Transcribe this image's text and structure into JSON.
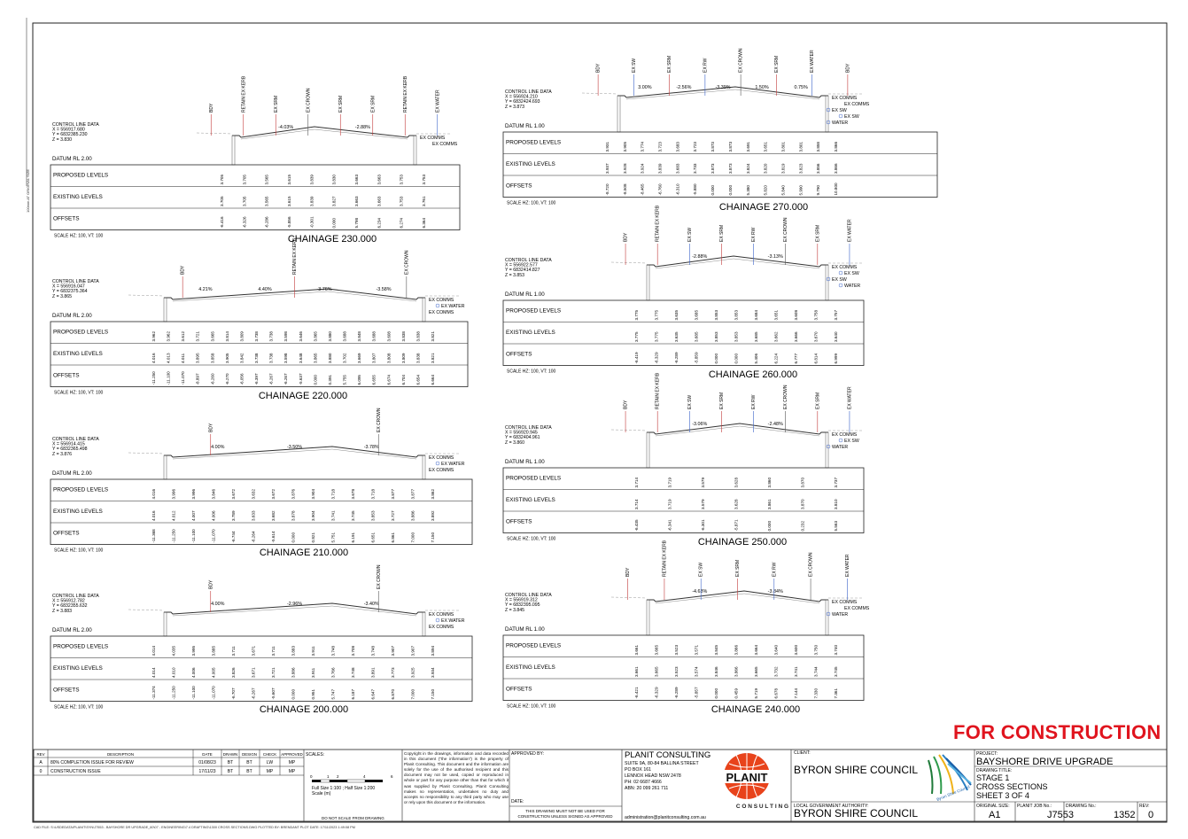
{
  "sections": [
    {
      "chainage": "CHAINAGE 230.000",
      "control": [
        "CONTROL LINE DATA",
        "X = 556917.680",
        "Y = 6832385.230",
        "Z = 3.830"
      ],
      "datum": "DATUM RL 2.00",
      "scale": "SCALE HZ: 100, VT: 100",
      "grades": [
        "-4.03%",
        "-2.88%"
      ],
      "labels": [
        "BDY",
        "RETAIN EX KERB",
        "EX SRM",
        "EX CROWN",
        "EX SRM",
        "EX SRM",
        "RETAIN EX KERB",
        "EX WATER"
      ],
      "side": [
        "EX COMMS",
        "EX COMMS"
      ],
      "proposed": [
        "3.705",
        "3.705",
        "3.565",
        "3.615",
        "3.839",
        "3.830",
        "3.663",
        "3.663",
        "3.753",
        "3.753"
      ],
      "existing": [
        "3.705",
        "3.705",
        "3.565",
        "3.615",
        "3.839",
        "3.827",
        "3.663",
        "3.663",
        "3.753",
        "3.761"
      ],
      "offsets": [
        "-6.416",
        "-6.326",
        "-6.286",
        "-5.856",
        "-0.301",
        "0.000",
        "5.798",
        "6.234",
        "6.274",
        "6.364"
      ]
    },
    {
      "chainage": "CHAINAGE 220.000",
      "control": [
        "CONTROL LINE DATA",
        "X = 556916.047",
        "Y = 6832375.364",
        "Z = 3.865"
      ],
      "datum": "DATUM RL 2.00",
      "scale": "SCALE HZ: 100, VT: 100",
      "grades": [
        "4.21%",
        "4.40%",
        "-3.76%",
        "-3.58%"
      ],
      "labels": [
        "BDY",
        "RETAIN EX KERB",
        "EX CROWN"
      ],
      "side": [
        "EX COMMS",
        "EX WATER",
        "EX COMMS"
      ],
      "proposed": [
        "3.962",
        "3.962",
        "3.612",
        "3.721",
        "3.665",
        "3.814",
        "3.809",
        "3.738",
        "3.738",
        "3.598",
        "3.646",
        "3.865",
        "3.880",
        "3.688",
        "3.848",
        "3.688",
        "3.608",
        "3.838",
        "3.838",
        "3.821"
      ],
      "existing": [
        "4.016",
        "4.013",
        "4.011",
        "3.895",
        "3.858",
        "3.905",
        "3.842",
        "3.738",
        "3.738",
        "3.598",
        "3.648",
        "3.865",
        "3.880",
        "3.702",
        "3.669",
        "3.807",
        "3.808",
        "3.809",
        "3.838",
        "3.821"
      ],
      "offsets": [
        "-11.250",
        "-11.100",
        "-11.070",
        "-8.897",
        "-6.260",
        "-6.270",
        "-6.056",
        "-6.397",
        "-6.267",
        "-6.267",
        "-5.637",
        "0.000",
        "0.391",
        "5.755",
        "6.095",
        "6.655",
        "6.674",
        "6.704",
        "6.654",
        "6.664"
      ]
    },
    {
      "chainage": "CHAINAGE 210.000",
      "control": [
        "CONTROL LINE DATA",
        "X = 556914.415",
        "Y = 6832365.498",
        "Z = 3.876"
      ],
      "datum": "DATUM RL 2.00",
      "scale": "SCALE HZ: 100, VT: 100",
      "grades": [
        "4.00%",
        "-3.50%",
        "-3.78%"
      ],
      "labels": [
        "BDY",
        "EX CROWN"
      ],
      "side": [
        "EX COMMS",
        "EX WATER",
        "EX COMMS"
      ],
      "proposed": [
        "4.016",
        "3.996",
        "3.996",
        "3.846",
        "3.672",
        "3.632",
        "3.672",
        "3.876",
        "3.904",
        "3.718",
        "3.678",
        "3.718",
        "3.877",
        "3.877",
        "3.862"
      ],
      "existing": [
        "4.016",
        "4.012",
        "4.007",
        "4.006",
        "3.789",
        "3.633",
        "3.682",
        "3.878",
        "3.904",
        "3.741",
        "3.745",
        "3.853",
        "3.727",
        "3.886",
        "3.892"
      ],
      "offsets": [
        "-11.368",
        "-11.250",
        "-11.100",
        "-11.070",
        "-6.744",
        "-6.264",
        "-5.614",
        "0.000",
        "0.821",
        "5.751",
        "6.191",
        "6.651",
        "6.861",
        "7.000",
        "7.150"
      ]
    },
    {
      "chainage": "CHAINAGE 200.000",
      "control": [
        "CONTROL LINE DATA",
        "X = 556912.782",
        "Y = 6832355.632",
        "Z = 3.883"
      ],
      "datum": "DATUM RL 2.00",
      "scale": "SCALE HZ: 100, VT: 100",
      "grades": [
        "4.00%",
        "-2.96%",
        "-3.40%"
      ],
      "labels": [
        "BDY",
        "EX CROWN"
      ],
      "side": [
        "EX COMMS",
        "EX WATER",
        "EX COMMS"
      ],
      "proposed": [
        "4.014",
        "4.035",
        "3.995",
        "3.885",
        "3.711",
        "3.671",
        "3.711",
        "3.883",
        "3.911",
        "3.748",
        "3.708",
        "3.748",
        "3.907",
        "3.907",
        "3.894"
      ],
      "existing": [
        "4.014",
        "4.010",
        "4.006",
        "4.005",
        "3.826",
        "3.671",
        "3.721",
        "3.886",
        "3.911",
        "3.766",
        "3.748",
        "3.891",
        "3.773",
        "3.925",
        "3.934"
      ],
      "offsets": [
        "-11.374",
        "-11.250",
        "-11.100",
        "-11.070",
        "-6.707",
        "-6.267",
        "-5.607",
        "0.000",
        "0.951",
        "5.747",
        "6.187",
        "6.647",
        "6.870",
        "7.000",
        "7.150"
      ]
    },
    {
      "chainage": "CHAINAGE 270.000",
      "control": [
        "CONTROL LINE DATA",
        "X = 556924.210",
        "Y = 6832424.693",
        "Z = 3.873"
      ],
      "datum": "DATUM RL 1.00",
      "scale": "SCALE HZ: 100, VT: 100",
      "grades": [
        "3.00%",
        "-2.56%",
        "-3.39%",
        "1.50%",
        "0.75%"
      ],
      "labels": [
        "BDY",
        "EX SW",
        "EX SRM",
        "EX RW",
        "EX CROWN",
        "EX SRM",
        "EX WATER",
        "BDY"
      ],
      "side": [
        "EX COMMS",
        "EX COMMS",
        "EX SW",
        "EX SW",
        "WATER"
      ],
      "proposed": [
        "3.931",
        "3.905",
        "3.774",
        "3.723",
        "3.683",
        "3.723",
        "3.873",
        "3.873",
        "3.691",
        "3.651",
        "3.801",
        "3.801",
        "3.858",
        "3.866"
      ],
      "existing": [
        "3.937",
        "3.928",
        "3.924",
        "3.839",
        "3.683",
        "3.733",
        "3.873",
        "3.873",
        "3.824",
        "3.820",
        "3.819",
        "3.823",
        "3.856",
        "3.866"
      ],
      "offsets": [
        "-8.720",
        "-8.508",
        "-8.465",
        "-6.760",
        "-6.310",
        "-5.880",
        "0.000",
        "0.000",
        "5.380",
        "5.820",
        "5.840",
        "5.990",
        "9.790",
        "10.800"
      ]
    },
    {
      "chainage": "CHAINAGE 260.000",
      "control": [
        "CONTROL LINE DATA",
        "X = 556922.577",
        "Y = 6832414.827",
        "Z = 3.853"
      ],
      "datum": "DATUM RL 1.00",
      "scale": "SCALE HZ: 100, VT: 100",
      "grades": [
        "-2.88%",
        "-3.13%"
      ],
      "labels": [
        "BDY",
        "RETAIN EX KERB",
        "EX SW",
        "EX SRM",
        "EX RW",
        "EX CROWN",
        "EX SRM",
        "EX WATER"
      ],
      "side": [
        "EX COMMS",
        "EX SW",
        "EX SW",
        "WATER"
      ],
      "proposed": [
        "3.775",
        "3.775",
        "3.635",
        "3.685",
        "3.853",
        "3.853",
        "3.684",
        "3.651",
        "3.608",
        "3.758",
        "3.757"
      ],
      "existing": [
        "3.775",
        "3.775",
        "3.635",
        "3.685",
        "3.853",
        "3.853",
        "3.685",
        "3.662",
        "3.666",
        "3.670",
        "3.640"
      ],
      "offsets": [
        "-6.419",
        "-6.329",
        "-6.289",
        "-5.859",
        "0.000",
        "0.000",
        "5.406",
        "6.224",
        "6.777",
        "6.814",
        "6.999"
      ]
    },
    {
      "chainage": "CHAINAGE 250.000",
      "control": [
        "CONTROL LINE DATA",
        "X = 556920.945",
        "Y = 6832404.961",
        "Z = 3.860"
      ],
      "datum": "DATUM RL 1.00",
      "scale": "SCALE HZ: 100, VT: 100",
      "grades": [
        "-3.06%",
        "-2.48%"
      ],
      "labels": [
        "BDY",
        "RETAIN EX KERB",
        "EX SW",
        "EX SRM",
        "EX RW",
        "EX CROWN",
        "EX SRM",
        "EX WATER"
      ],
      "side": [
        "EX COMMS",
        "EX SW",
        "WATER"
      ],
      "proposed": [
        "3.714",
        "3.719",
        "3.579",
        "3.628",
        "3.860",
        "3.870",
        "3.737"
      ],
      "existing": [
        "3.714",
        "3.719",
        "3.579",
        "3.628",
        "3.861",
        "3.870",
        "3.810"
      ],
      "offsets": [
        "-6.435",
        "-6.341",
        "-6.301",
        "-5.871",
        "0.000",
        "0.232",
        "5.563"
      ]
    },
    {
      "chainage": "CHAINAGE 240.000",
      "control": [
        "CONTROL LINE DATA",
        "X = 556919.312",
        "Y = 6832395.095",
        "Z = 3.845"
      ],
      "datum": "DATUM RL 1.00",
      "scale": "SCALE HZ: 100, VT: 100",
      "grades": [
        "-4.63%",
        "-3.84%"
      ],
      "labels": [
        "BDY",
        "RETAIN EX KERB",
        "EX SW",
        "EX SRM",
        "EX RW",
        "EX CROWN",
        "EX WATER"
      ],
      "side": [
        "EX COMMS",
        "EX COMMS",
        "WATER"
      ],
      "proposed": [
        "3.661",
        "3.665",
        "3.523",
        "3.571",
        "3.845",
        "3.866",
        "3.664",
        "3.640",
        "3.600",
        "3.750",
        "3.740"
      ],
      "existing": [
        "3.661",
        "3.665",
        "3.523",
        "3.574",
        "3.846",
        "3.866",
        "3.665",
        "3.732",
        "3.741",
        "3.744",
        "3.745"
      ],
      "offsets": [
        "-6.421",
        "-6.329",
        "-6.289",
        "-5.857",
        "0.000",
        "0.459",
        "5.719",
        "6.678",
        "7.144",
        "7.330",
        "7.361"
      ]
    }
  ],
  "row_labels": [
    "PROPOSED LEVELS",
    "EXISTING LEVELS",
    "OFFSETS"
  ],
  "for_construction": "FOR CONSTRUCTION",
  "revisions": {
    "headers": [
      "REV",
      "DESCRIPTION",
      "DATE",
      "DRAWN",
      "DESIGN",
      "CHECK",
      "APPROVED"
    ],
    "rows": [
      [
        "A",
        "80% COMPLETION ISSUE FOR REVIEW",
        "01/08/23",
        "BT",
        "BT",
        "LW",
        "MP"
      ],
      [
        "0",
        "CONSTRUCTION ISSUE",
        "17/11/23",
        "BT",
        "BT",
        "MP",
        "MP"
      ]
    ]
  },
  "scales": {
    "title": "SCALES:",
    "ticks": [
      "0",
      "1",
      "2",
      "4",
      "6"
    ],
    "full": "Full Size 1:100 ; Half Size 1:200",
    "unit": "Scale (m)",
    "note": "DO NOT SCALE FROM DRAWING"
  },
  "copyright": "Copyright in the drawings, information and data recorded in this document (\"the information\") is the property of Planit Consulting. This document and the information are solely for the use of the authorised recipient and this document may not be used, copied or reproduced in whole or part for any purpose other than that for which it was supplied by Planit Consulting. Planit Consulting makes no representation, undertakes no duty and accepts no responsibility to any third party who may use or rely upon this document or the information.",
  "approved_by": "APPROVED BY:",
  "date_label": "DATE:",
  "not_used": [
    "THIS DRAWING MUST NOT BE USED FOR",
    "CONSTRUCTION UNLESS SIGNED AS APPROVED"
  ],
  "company": {
    "name": "PLANIT CONSULTING",
    "lines": [
      "SUITE 9A, 80-84 BALLINA STREET",
      "PO BOX 161",
      "LENNOX HEAD NSW 2478",
      "PH: 02 6687 4666",
      "ABN: 20 099 261 711"
    ],
    "email": "administration@planitconsulting.com.au",
    "logo": "PLANIT",
    "logo_sub": "C O N S U L T I N G"
  },
  "client": {
    "label": "CLIENT:",
    "name": "BYRON SHIRE COUNCIL",
    "lga_label": "LOCAL GOVERNMENT AUTHORITY:",
    "lga": "BYRON SHIRE COUNCIL",
    "logo_text": "Byron Shire Council"
  },
  "project": {
    "label": "PROJECT:",
    "name": "BAYSHORE DRIVE UPGRADE",
    "title_label": "DRAWING TITLE:",
    "title": [
      "STAGE 1",
      "CROSS SECTIONS",
      "SHEET 3 OF 4"
    ]
  },
  "sheet": {
    "size_label": "ORIGINAL SIZE:",
    "size": "A1",
    "job_label": "PLANIT JOB No.:",
    "job": "J7553",
    "dwg_label": "DRAWING No.:",
    "dwg": "1352",
    "rev_label": "REV:",
    "rev": "0"
  },
  "cad_file": "CAD FILE: S:\\USDEDATA\\PLANIT\\SYN\\J7553 - BAYSHORE DR UPGRADE_60\\07 - ENGINEERING\\7.4 DRAFTING\\1300 CROSS SECTIONS.DWG PLOTTED BY: BRENDANT  PLOT DATE: 17/11/2023 1:49:08 PM",
  "margin_note": "100mm AT ORIGINAL SIZE"
}
